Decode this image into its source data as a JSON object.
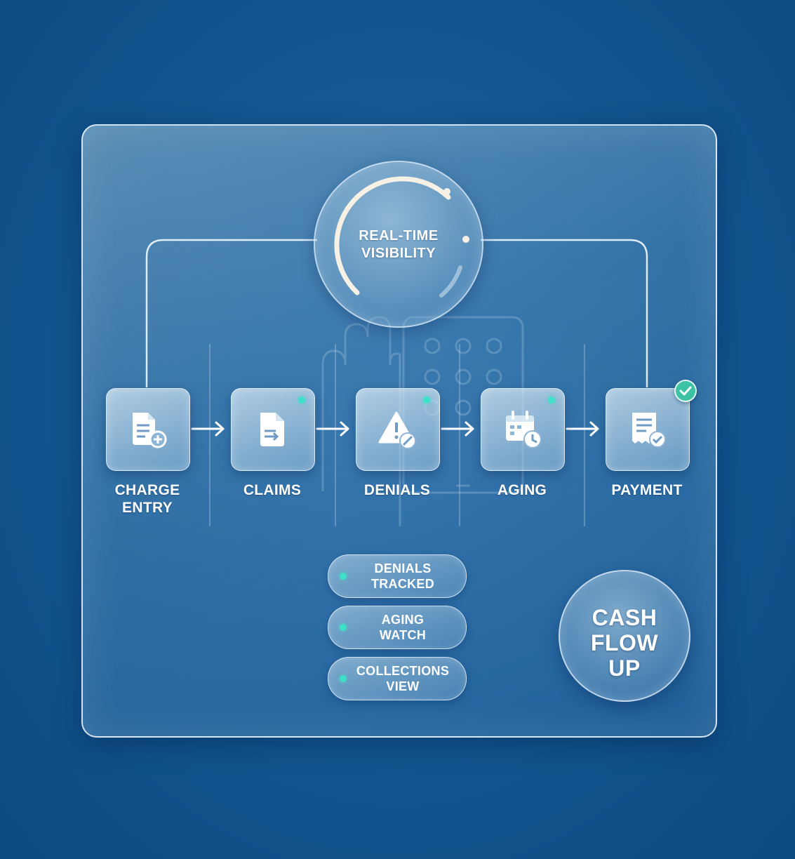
{
  "center": {
    "label_line1": "REAL-TIME",
    "label_line2": "VISIBILITY"
  },
  "steps": [
    {
      "label_line1": "CHARGE",
      "label_line2": "ENTRY",
      "icon": "document-plus-icon",
      "status_dot": false
    },
    {
      "label_line1": "CLAIMS",
      "label_line2": "",
      "icon": "document-arrow-icon",
      "status_dot": true
    },
    {
      "label_line1": "DENIALS",
      "label_line2": "",
      "icon": "warning-cancel-icon",
      "status_dot": true
    },
    {
      "label_line1": "AGING",
      "label_line2": "",
      "icon": "calendar-clock-icon",
      "status_dot": true
    },
    {
      "label_line1": "PAYMENT",
      "label_line2": "",
      "icon": "receipt-check-icon",
      "status_dot": false,
      "check_badge": true
    }
  ],
  "pills": [
    {
      "line1": "DENIALS",
      "line2": "TRACKED"
    },
    {
      "line1": "AGING",
      "line2": "WATCH"
    },
    {
      "line1": "COLLECTIONS",
      "line2": "VIEW"
    }
  ],
  "outcome": {
    "line1": "CASH",
    "line2": "FLOW",
    "line3": "UP"
  },
  "colors": {
    "background": "#11558f",
    "accent_teal": "#3ee0c8",
    "badge_green": "#3cc3a6",
    "text": "#ffffff"
  }
}
